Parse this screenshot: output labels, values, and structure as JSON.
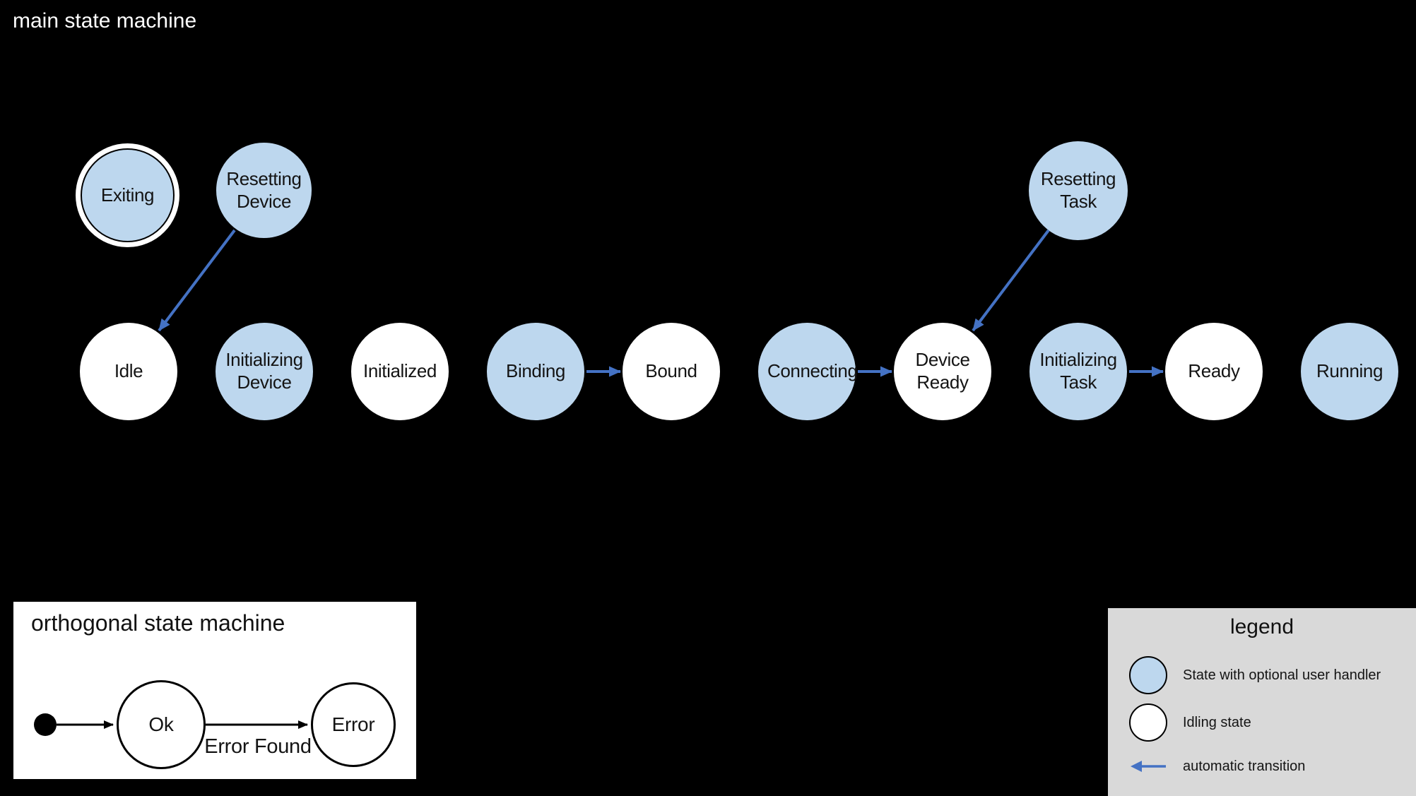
{
  "colors": {
    "background": "#000000",
    "handler_state_fill": "#BDD7EE",
    "idling_state_fill": "#FFFFFF",
    "automatic_transition_blue": "#4472C4",
    "legend_background": "#D9D9D9",
    "text_on_black": "#FFFFFF",
    "text_on_shapes": "#141414"
  },
  "main_machine": {
    "title": "main state machine",
    "states": [
      {
        "label": "Exiting",
        "type": "handler",
        "final": true
      },
      {
        "label": "Resetting Device",
        "type": "handler"
      },
      {
        "label": "Resetting Task",
        "type": "handler"
      },
      {
        "label": "Idle",
        "type": "idling"
      },
      {
        "label": "Initializing Device",
        "type": "handler"
      },
      {
        "label": "Initialized",
        "type": "idling"
      },
      {
        "label": "Binding",
        "type": "handler"
      },
      {
        "label": "Bound",
        "type": "idling"
      },
      {
        "label": "Connecting",
        "type": "handler"
      },
      {
        "label": "Device Ready",
        "type": "idling"
      },
      {
        "label": "Initializing Task",
        "type": "handler"
      },
      {
        "label": "Ready",
        "type": "idling"
      },
      {
        "label": "Running",
        "type": "handler"
      }
    ],
    "transitions": [
      {
        "from": "Resetting Device",
        "to": "Idle"
      },
      {
        "from": "Binding",
        "to": "Bound"
      },
      {
        "from": "Connecting",
        "to": "Device Ready"
      },
      {
        "from": "Resetting Task",
        "to": "Device Ready"
      },
      {
        "from": "Initializing Task",
        "to": "Ready"
      }
    ]
  },
  "orthogonal_machine": {
    "title": "orthogonal state machine",
    "states": [
      {
        "label": "Ok"
      },
      {
        "label": "Error"
      }
    ],
    "transitions": [
      {
        "from": "initial",
        "to": "Ok",
        "label": ""
      },
      {
        "from": "Ok",
        "to": "Error",
        "label": "Error Found"
      }
    ]
  },
  "legend": {
    "title": "legend",
    "items": [
      {
        "swatch": "handler-state-circle",
        "label": "State with optional user handler"
      },
      {
        "swatch": "idling-state-circle",
        "label": "Idling state"
      },
      {
        "swatch": "automatic-transition-arrow",
        "label": "automatic transition"
      }
    ]
  }
}
